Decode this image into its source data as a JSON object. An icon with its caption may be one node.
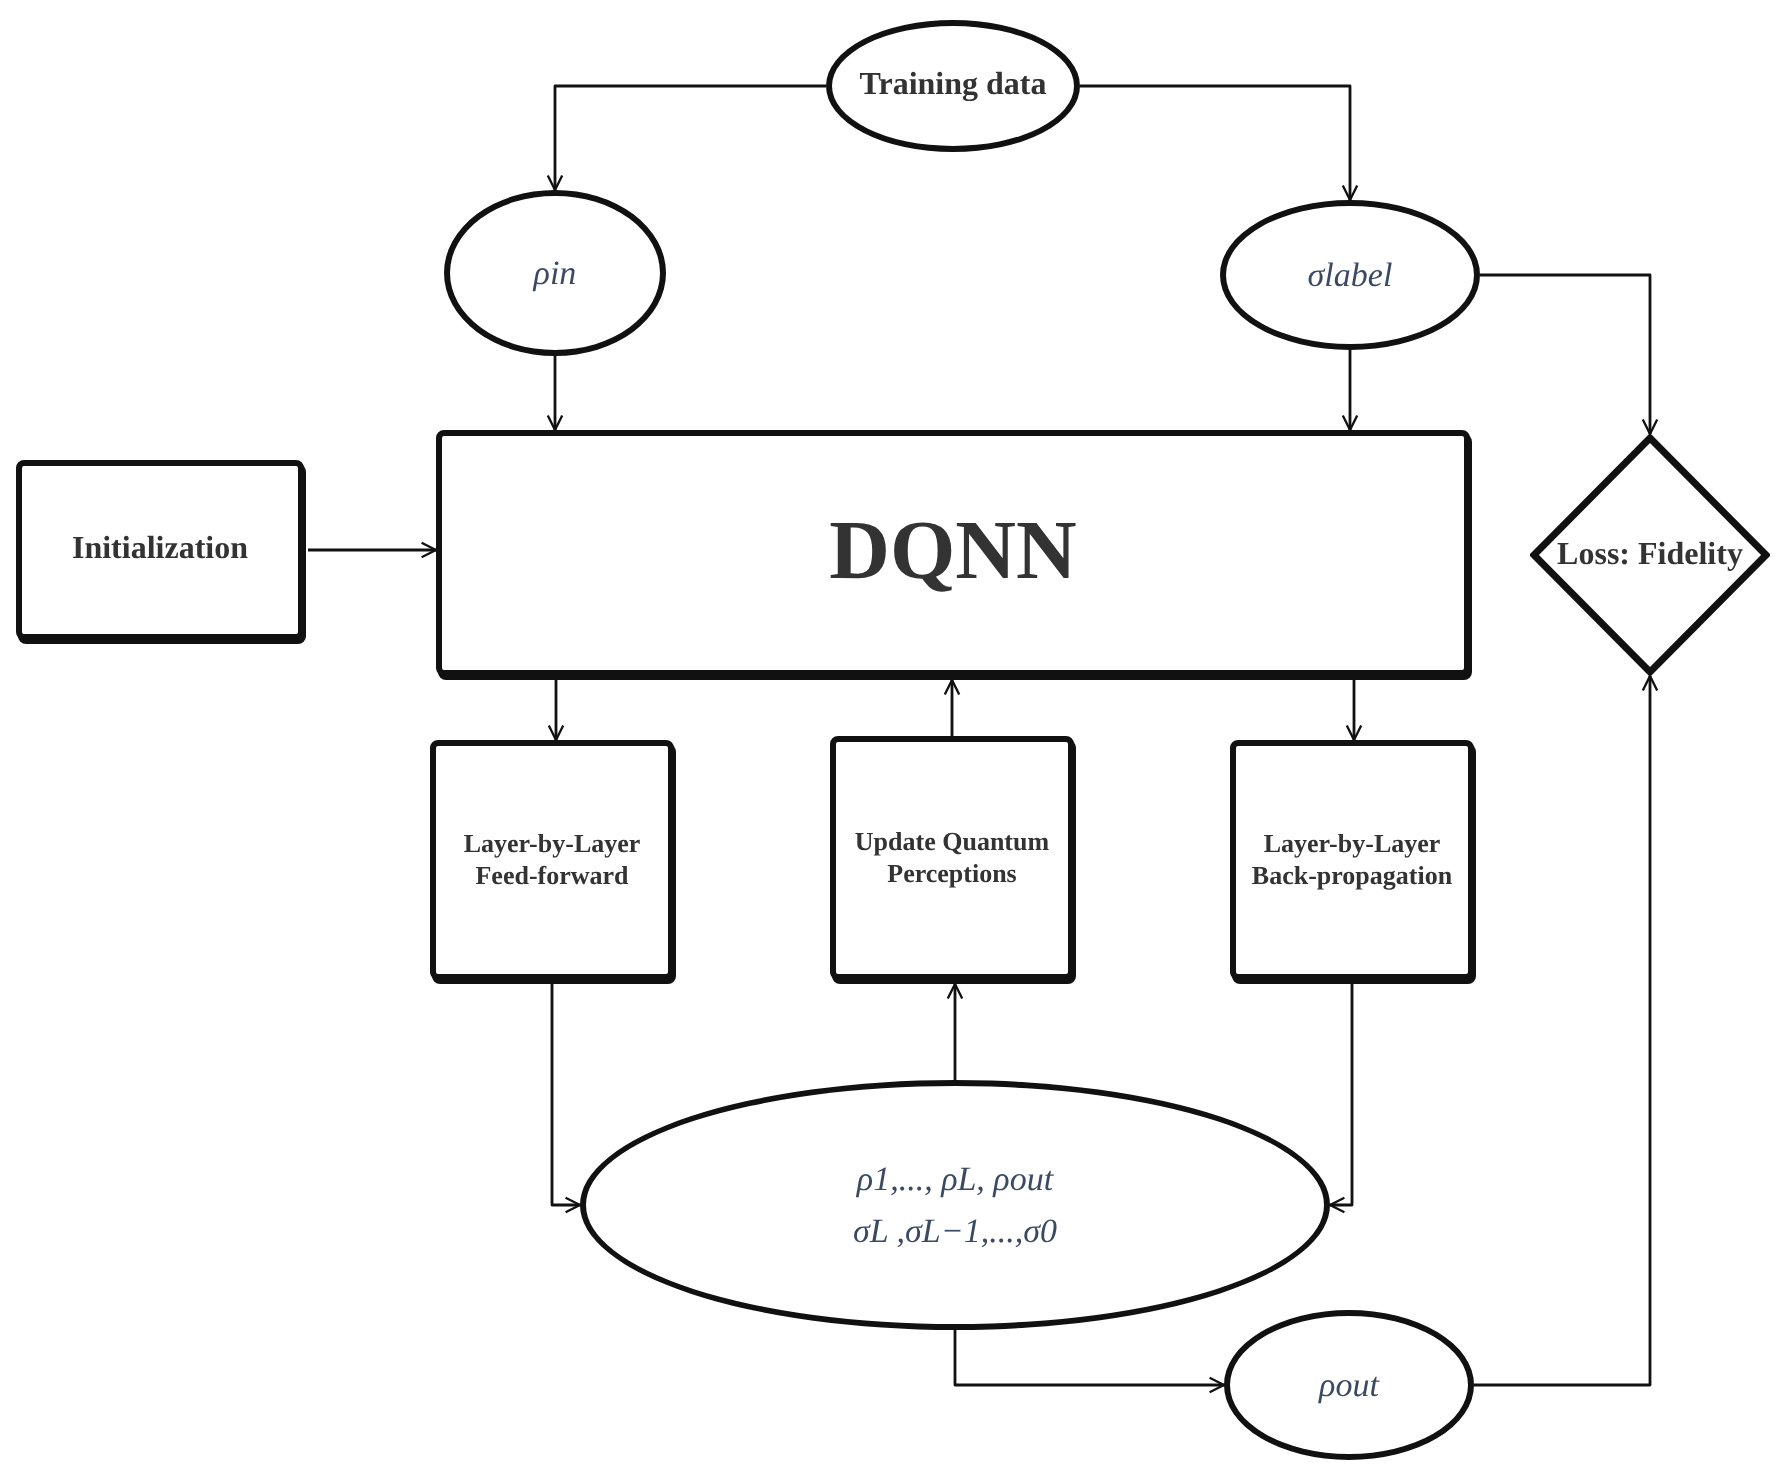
{
  "diagram": {
    "nodes": [
      {
        "text": [
          "Training data"
        ]
      },
      {
        "text": [
          "ρin"
        ]
      },
      {
        "text": [
          "σlabel"
        ]
      },
      {
        "text": [
          "Initialization"
        ]
      },
      {
        "text": [
          "DQNN"
        ]
      },
      {
        "text": [
          "Loss: Fidelity"
        ]
      },
      {
        "text": [
          "Layer-by-Layer Feed-forward"
        ]
      },
      {
        "text": [
          "Update Quantum Perceptions"
        ]
      },
      {
        "text": [
          "Layer-by-Layer Back-propagation"
        ]
      },
      {
        "text": [
          "ρ1,..., ρL, ρout",
          "σL ,σL−1,...,σ0"
        ]
      },
      {
        "text": [
          "ρout"
        ]
      }
    ],
    "edges": [
      {
        "from": 0,
        "to": 1,
        "arrow": "to"
      },
      {
        "from": 0,
        "to": 2,
        "arrow": "to"
      },
      {
        "from": 1,
        "to": 4,
        "arrow": "to"
      },
      {
        "from": 2,
        "to": 4,
        "arrow": "to"
      },
      {
        "from": 2,
        "to": 5,
        "arrow": "to"
      },
      {
        "from": 3,
        "to": 4,
        "arrow": "to"
      },
      {
        "from": 4,
        "to": 6,
        "arrow": "to"
      },
      {
        "from": 7,
        "to": 4,
        "arrow": "to"
      },
      {
        "from": 4,
        "to": 8,
        "arrow": "to"
      },
      {
        "from": 6,
        "to": 9,
        "arrow": "to"
      },
      {
        "from": 9,
        "to": 7,
        "arrow": "to"
      },
      {
        "from": 8,
        "to": 9,
        "arrow": "to"
      },
      {
        "from": 9,
        "to": 10,
        "arrow": "to"
      },
      {
        "from": 10,
        "to": 5,
        "arrow": "to"
      }
    ]
  }
}
